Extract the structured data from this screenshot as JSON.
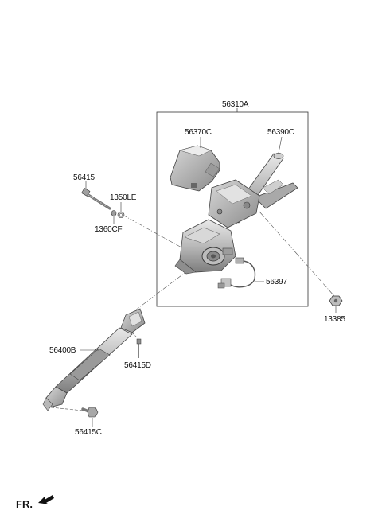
{
  "parts": {
    "assembly": "56310A",
    "cover": "56370C",
    "column_upper": "56390C",
    "bolt_main": "56415",
    "washer_a": "1350LE",
    "washer_b": "1360CF",
    "harness": "56397",
    "nut": "13385",
    "shaft": "56400B",
    "bolt_d": "56415D",
    "bolt_c": "56415C"
  },
  "orientation": "FR."
}
